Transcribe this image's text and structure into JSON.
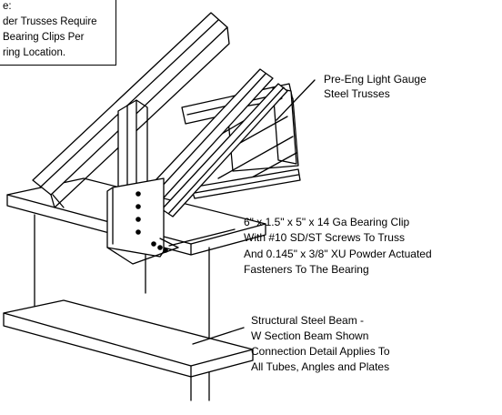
{
  "note": {
    "lines": [
      "e:",
      "der Trusses Require",
      "Bearing Clips Per",
      "ring Location."
    ]
  },
  "callouts": {
    "trusses": {
      "lines": [
        "Pre-Eng Light Gauge",
        "Steel Trusses"
      ]
    },
    "bearing_clip": {
      "lines": [
        "6\" x 1.5\" x 5\" x 14 Ga Bearing Clip",
        "With #10 SD/ST Screws To Truss",
        "And 0.145\" x 3/8\" XU Powder Actuated",
        "Fasteners To The Bearing"
      ]
    },
    "beam": {
      "lines": [
        "Structural Steel Beam -",
        "W Section Beam Shown",
        "Connection Detail Applies To",
        "All Tubes, Angles and Plates"
      ]
    }
  }
}
